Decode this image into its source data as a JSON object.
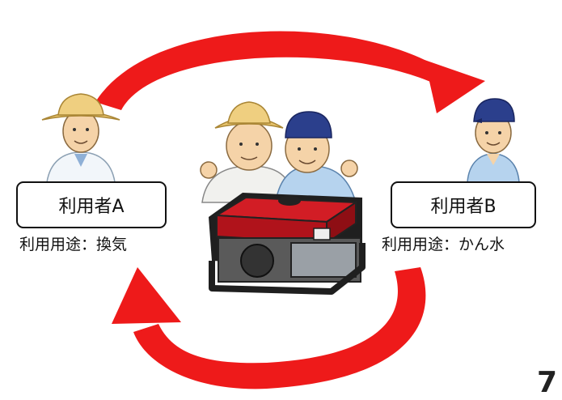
{
  "user_a": {
    "label": "利用者A",
    "usage": "利用用途：換気"
  },
  "user_b": {
    "label": "利用者B",
    "usage": "利用用途：かん水"
  },
  "page_number": "7",
  "colors": {
    "arrow": "#ee1a1a",
    "generator_body": "#c8141c",
    "frame": "#222222"
  },
  "icons": [
    "farmer-straw-hat-icon",
    "worker-cap-icon",
    "farmers-group-icon",
    "generator-icon",
    "cycle-arrow-icon"
  ]
}
